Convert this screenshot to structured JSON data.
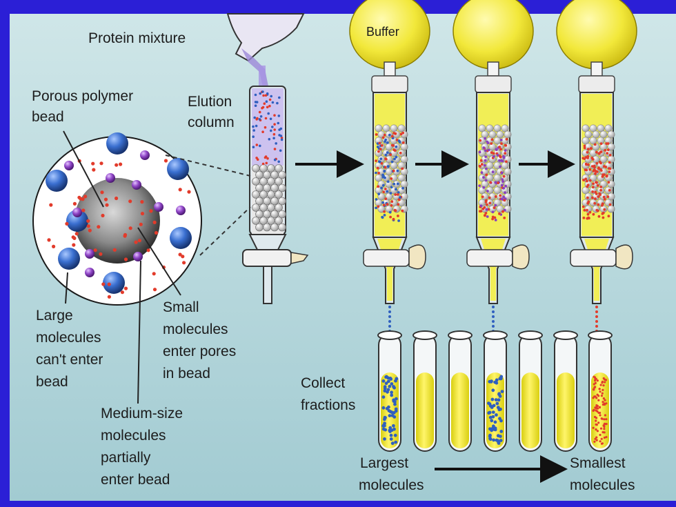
{
  "labels": {
    "protein_mixture": "Protein mixture",
    "porous_bead_1": "Porous polymer",
    "porous_bead_2": "bead",
    "elution_1": "Elution",
    "elution_2": "column",
    "buffer": "Buffer",
    "large_1": "Large",
    "large_2": "molecules",
    "large_3": "can't enter",
    "large_4": "bead",
    "small_1": "Small",
    "small_2": "molecules",
    "small_3": "enter pores",
    "small_4": "in bead",
    "medium_1": "Medium-size",
    "medium_2": "molecules",
    "medium_3": "partially",
    "medium_4": "enter bead",
    "collect_1": "Collect",
    "collect_2": "fractions",
    "largest_1": "Largest",
    "largest_2": "molecules",
    "smallest_1": "Smallest",
    "smallest_2": "molecules"
  },
  "colors": {
    "frame": "#2b1fd6",
    "panel_top": "#c9e3e6",
    "panel_bottom": "#a4cdd4",
    "buffer_yellow": "#f4ee3c",
    "large_molecule": "#2f5fbf",
    "medium_molecule": "#8a3fbf",
    "small_molecule": "#e23b2b"
  },
  "icons": [
    "flask-icon",
    "porous-bead-icon",
    "elution-column-icon",
    "buffer-bulb-icon",
    "stopcock-icon",
    "test-tube-icon",
    "arrow-icon"
  ]
}
